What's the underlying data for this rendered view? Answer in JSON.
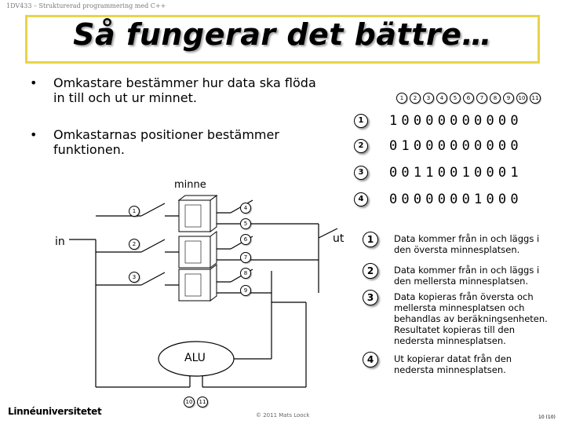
{
  "header": {
    "course": "1DV433 – Strukturerad programmering med C++"
  },
  "title": "Så fungerar det bättre…",
  "bullets": [
    "Omkastare bestämmer hur data ska flöda in till och ut ur minnet.",
    "Omkastarnas positioner bestämmer funktionen."
  ],
  "bullet_symbol": "•",
  "table": {
    "columns": [
      "1",
      "2",
      "3",
      "4",
      "5",
      "6",
      "7",
      "8",
      "9",
      "10",
      "11"
    ],
    "rows": [
      {
        "id": "1",
        "bits": "10000000000"
      },
      {
        "id": "2",
        "bits": "01000000000"
      },
      {
        "id": "3",
        "bits": "00110010001"
      },
      {
        "id": "4",
        "bits": "00000001000"
      }
    ]
  },
  "diagram": {
    "memory_label": "minne",
    "in_label": "in",
    "out_label": "ut",
    "alu_label": "ALU",
    "switches": [
      "1",
      "2",
      "3",
      "4",
      "5",
      "6",
      "7",
      "8",
      "9",
      "10",
      "11"
    ]
  },
  "legend": [
    {
      "id": "1",
      "text": "Data kommer från in och läggs i den översta minnesplatsen."
    },
    {
      "id": "2",
      "text": "Data kommer från in och läggs i den mellersta minnesplatsen."
    },
    {
      "id": "3",
      "text": "Data kopieras från översta och mellersta minnesplatsen och behandlas av beräkningsenheten. Resultatet kopieras till den nedersta minnesplatsen."
    },
    {
      "id": "4",
      "text": "Ut kopierar datat från den nedersta minnesplatsen."
    }
  ],
  "footer": {
    "logo": "Linnéuniversitetet",
    "copyright": "© 2011 Mats Loock",
    "page": "10 (10)"
  },
  "colors": {
    "title_border": "#e8d44a",
    "background": "#ffffff"
  }
}
